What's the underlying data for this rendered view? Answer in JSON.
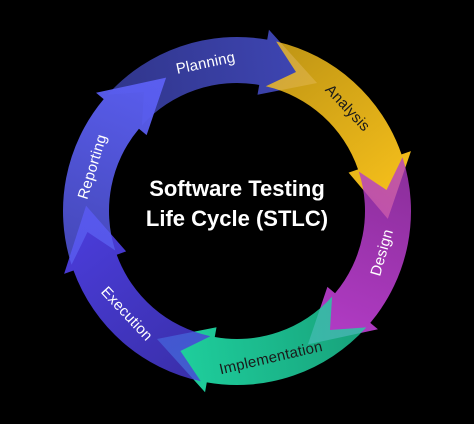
{
  "diagram": {
    "center_lines": [
      "Software Testing",
      "Life Cycle (STLC)"
    ],
    "stages": [
      {
        "label": "Planning",
        "color": "#3f46b5",
        "text_color": "#ffffff"
      },
      {
        "label": "Analysis",
        "color": "#f9c21b",
        "text_color": "#1a1a1a"
      },
      {
        "label": "Design",
        "color": "#b43cc8",
        "text_color": "#ffffff"
      },
      {
        "label": "Implementation",
        "color": "#1fd3a0",
        "text_color": "#1a1a1a"
      },
      {
        "label": "Execution",
        "color": "#4b3ddc",
        "text_color": "#ffffff"
      },
      {
        "label": "Reporting",
        "color": "#5a5ef0",
        "text_color": "#ffffff"
      }
    ],
    "background": "#000000"
  }
}
